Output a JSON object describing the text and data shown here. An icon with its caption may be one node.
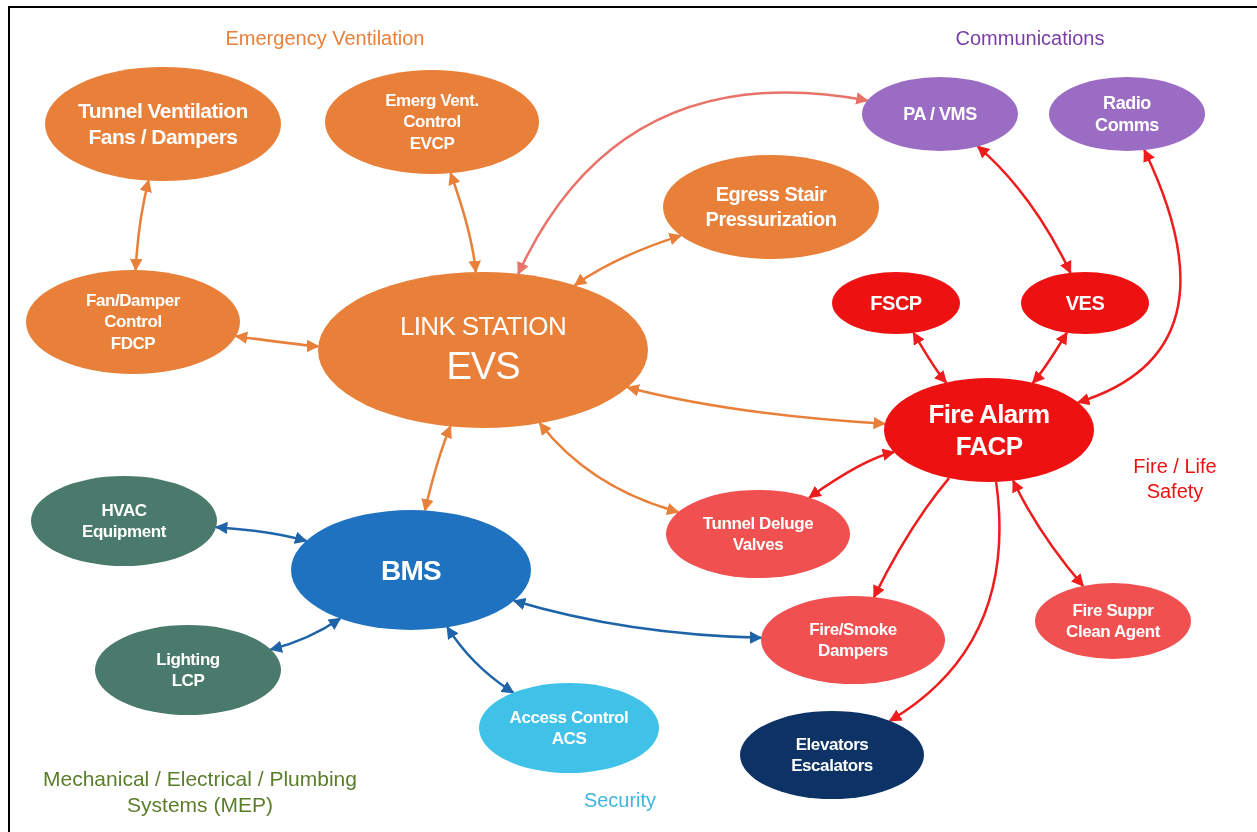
{
  "diagram": {
    "nodes": [
      {
        "text": [
          "Tunnel Ventilation Fans / Dampers"
        ]
      },
      {
        "text": [
          "Emerg Vent. Control EVCP"
        ]
      },
      {
        "text": [
          "PA / VMS"
        ]
      },
      {
        "text": [
          "Radio Comms"
        ]
      },
      {
        "text": [
          "Egress Stair Pressurization"
        ]
      },
      {
        "text": [
          "Fan/Damper Control FDCP"
        ]
      },
      {
        "text": [
          "LINK STATION",
          "EVS"
        ]
      },
      {
        "text": [
          "FSCP"
        ]
      },
      {
        "text": [
          "VES"
        ]
      },
      {
        "text": [
          "Fire Alarm FACP"
        ]
      },
      {
        "text": [
          "HVAC Equipment"
        ]
      },
      {
        "text": [
          "BMS"
        ]
      },
      {
        "text": [
          "Tunnel Deluge Valves"
        ]
      },
      {
        "text": [
          "Lighting LCP"
        ]
      },
      {
        "text": [
          "Fire/Smoke Dampers"
        ]
      },
      {
        "text": [
          "Fire Suppr Clean Agent"
        ]
      },
      {
        "text": [
          "Access Control ACS"
        ]
      },
      {
        "text": [
          "Elevators Escalators"
        ]
      }
    ],
    "edges": [
      {
        "from": 0,
        "to": 5,
        "arrow": "both",
        "color": "#e8803a"
      },
      {
        "from": 1,
        "to": 6,
        "arrow": "both",
        "color": "#e8803a"
      },
      {
        "from": 6,
        "to": 2,
        "arrow": "both",
        "color": "#e8736a"
      },
      {
        "from": 4,
        "to": 6,
        "arrow": "both",
        "color": "#e8803a"
      },
      {
        "from": 5,
        "to": 6,
        "arrow": "both",
        "color": "#e8803a"
      },
      {
        "from": 6,
        "to": 9,
        "arrow": "both",
        "color": "#e8803a"
      },
      {
        "from": 6,
        "to": 11,
        "arrow": "both",
        "color": "#e8803a"
      },
      {
        "from": 6,
        "to": 12,
        "arrow": "both",
        "color": "#e8803a"
      },
      {
        "from": 2,
        "to": 8,
        "arrow": "both"
      },
      {
        "from": 3,
        "to": 9,
        "arrow": "both"
      },
      {
        "from": 7,
        "to": 9,
        "arrow": "both"
      },
      {
        "from": 8,
        "to": 9,
        "arrow": "both"
      },
      {
        "from": 9,
        "to": 12,
        "arrow": "both"
      },
      {
        "from": 9,
        "to": 14,
        "arrow": "to"
      },
      {
        "from": 9,
        "to": 17,
        "arrow": "to"
      },
      {
        "from": 9,
        "to": 15,
        "arrow": "both"
      },
      {
        "from": 10,
        "to": 11,
        "arrow": "both",
        "color": "#1f64a8"
      },
      {
        "from": 13,
        "to": 11,
        "arrow": "both",
        "color": "#1f64a8"
      },
      {
        "from": 11,
        "to": 16,
        "arrow": "both",
        "color": "#1f64a8"
      },
      {
        "from": 11,
        "to": 14,
        "arrow": "both",
        "color": "#1f64a8"
      }
    ],
    "labels": [
      "Emergency Ventilation",
      "Communications",
      "Fire / Life Safety",
      "Mechanical / Electrical / Plumbing Systems (MEP)",
      "Security"
    ]
  }
}
